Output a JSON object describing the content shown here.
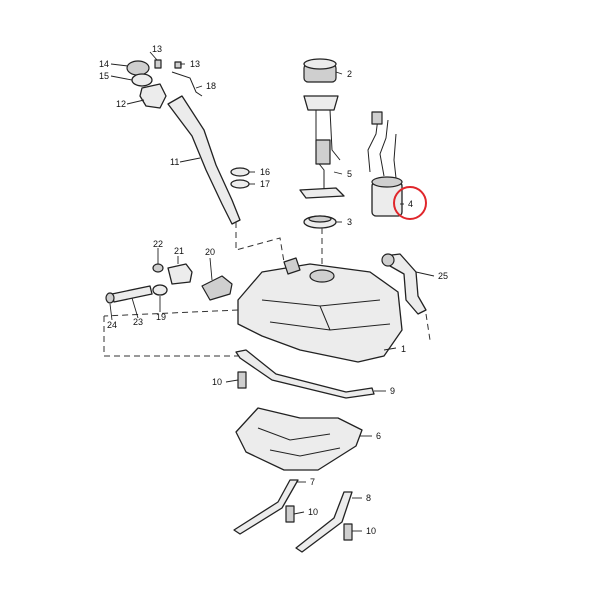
{
  "callouts": {
    "c1": "1",
    "c2": "2",
    "c3": "3",
    "c4": "4",
    "c5": "5",
    "c6": "6",
    "c7": "7",
    "c8": "8",
    "c9": "9",
    "c10a": "10",
    "c10b": "10",
    "c10c": "10",
    "c11": "11",
    "c12": "12",
    "c13a": "13",
    "c13b": "13",
    "c14": "14",
    "c15": "15",
    "c16": "16",
    "c17": "17",
    "c18": "18",
    "c19": "19",
    "c20": "20",
    "c21": "21",
    "c22": "22",
    "c23": "23",
    "c24": "24",
    "c25": "25"
  },
  "highlight": {
    "part": "4",
    "color": "#e0262b"
  },
  "colors": {
    "line": "#222222",
    "part_fill": "#ececec",
    "background": "#ffffff"
  }
}
